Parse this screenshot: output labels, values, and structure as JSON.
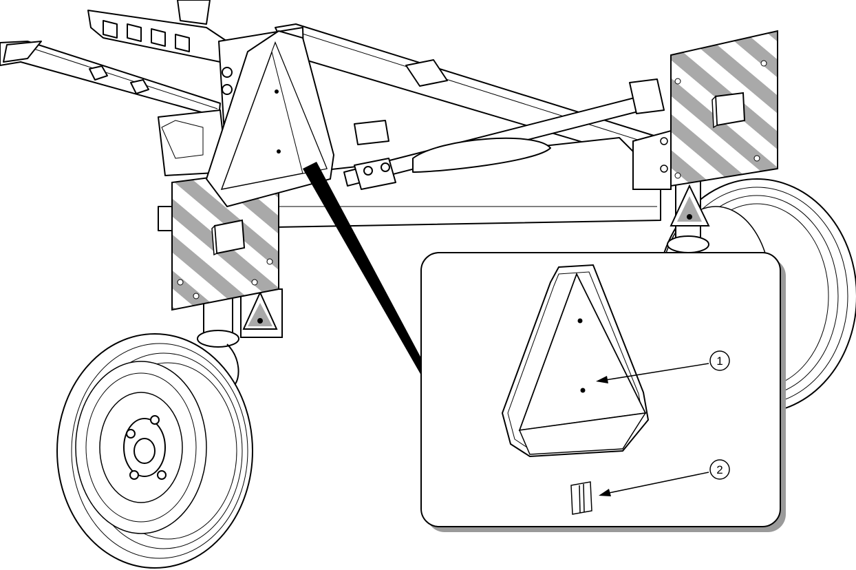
{
  "callouts": [
    {
      "number": "1",
      "target": "slow-moving-vehicle-emblem"
    },
    {
      "number": "2",
      "target": "mounting-bracket"
    }
  ],
  "colors": {
    "line": "#000000",
    "reflector_gray": "#a9a9a9",
    "panel_fill": "#ffffff",
    "inset_shadow": "#9a9a9a"
  }
}
